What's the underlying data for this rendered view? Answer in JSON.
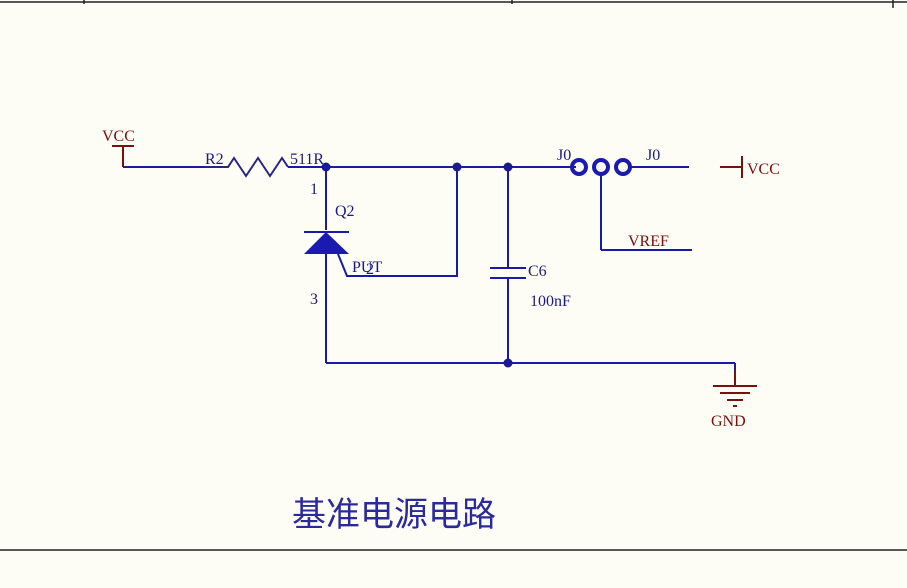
{
  "labels": {
    "vcc_left": "VCC",
    "vcc_right": "VCC",
    "gnd": "GND",
    "vref": "VREF",
    "r2_ref": "R2",
    "r2_value": "511R",
    "q2_ref": "Q2",
    "q2_type": "PUT",
    "q2_pin1": "1",
    "q2_pin2": "2",
    "q2_pin3": "3",
    "c6_ref": "C6",
    "c6_value": "100nF",
    "j0_left": "J0",
    "j0_right": "J0"
  },
  "title": "基准电源电路",
  "colors": {
    "wire": "#1a1aa8",
    "net_symbol": "#7a0f0f",
    "title": "#2a2a9c",
    "background": "#fdfcf5"
  }
}
